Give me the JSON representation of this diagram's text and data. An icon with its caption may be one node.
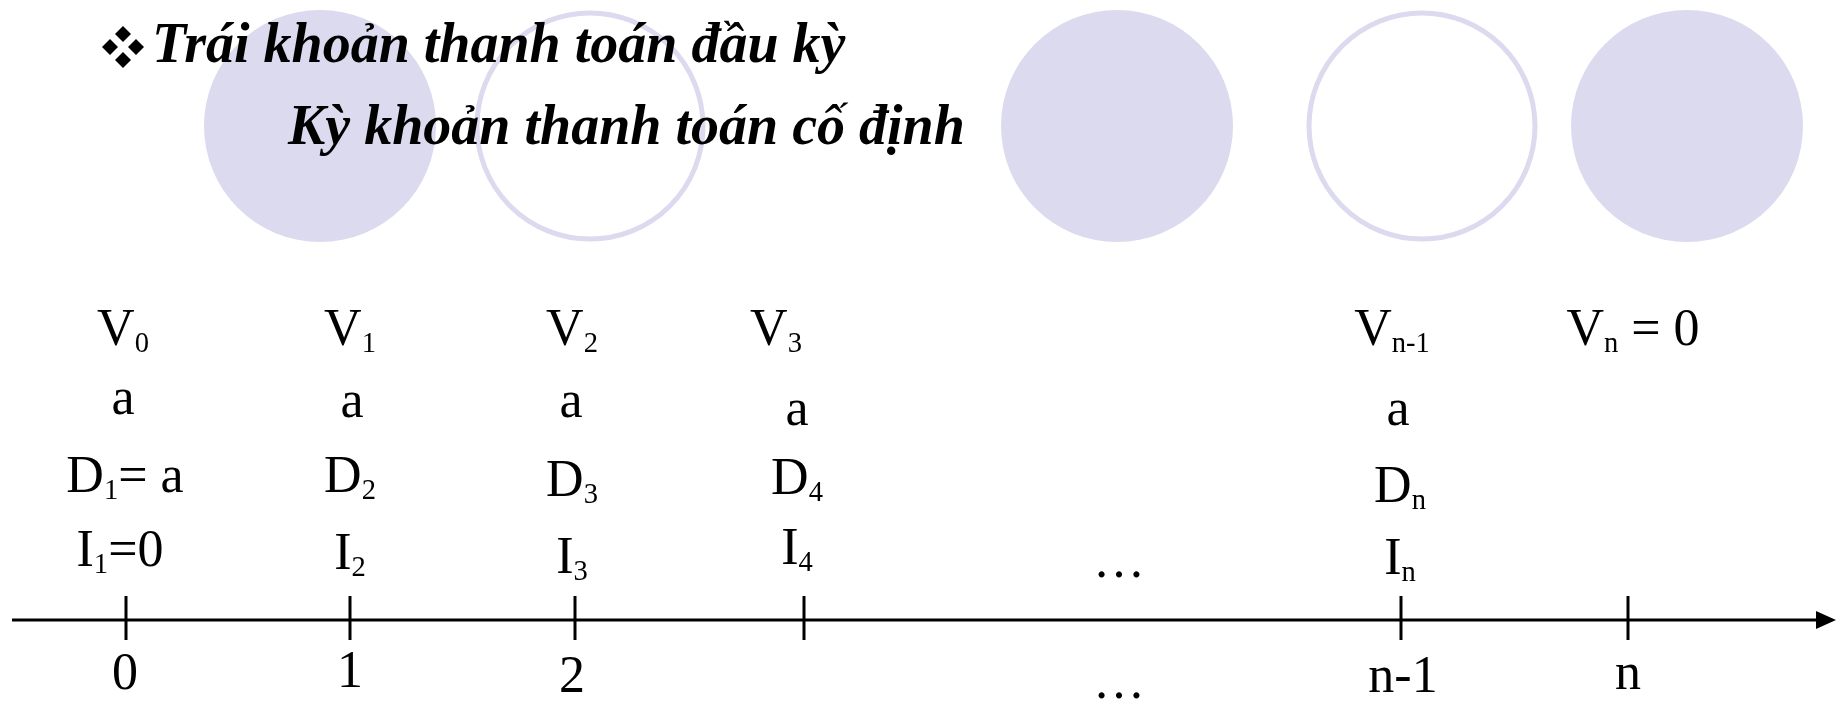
{
  "diagram": {
    "title": "Trái khoản thanh toán đầu kỳ",
    "labels": [
      "Kỳ khoản thanh toán cố định",
      "V$_{0}$",
      "V$_{1}$",
      "V$_{2}$",
      "V$_{3}$",
      "V$_{n-1}$",
      "V$_{n}$ = 0",
      "a",
      "a",
      "a",
      "a",
      "a",
      "D$_{1}$= a",
      "D$_{2}$",
      "D$_{3}$",
      "D$_{4}$",
      "D$_{n}$",
      "I$_{1}$=0",
      "I$_{2}$",
      "I$_{3}$",
      "I$_{4}$",
      "…",
      "I$_{n}$",
      "0",
      "1",
      "2",
      "…",
      "n-1",
      "n"
    ]
  }
}
